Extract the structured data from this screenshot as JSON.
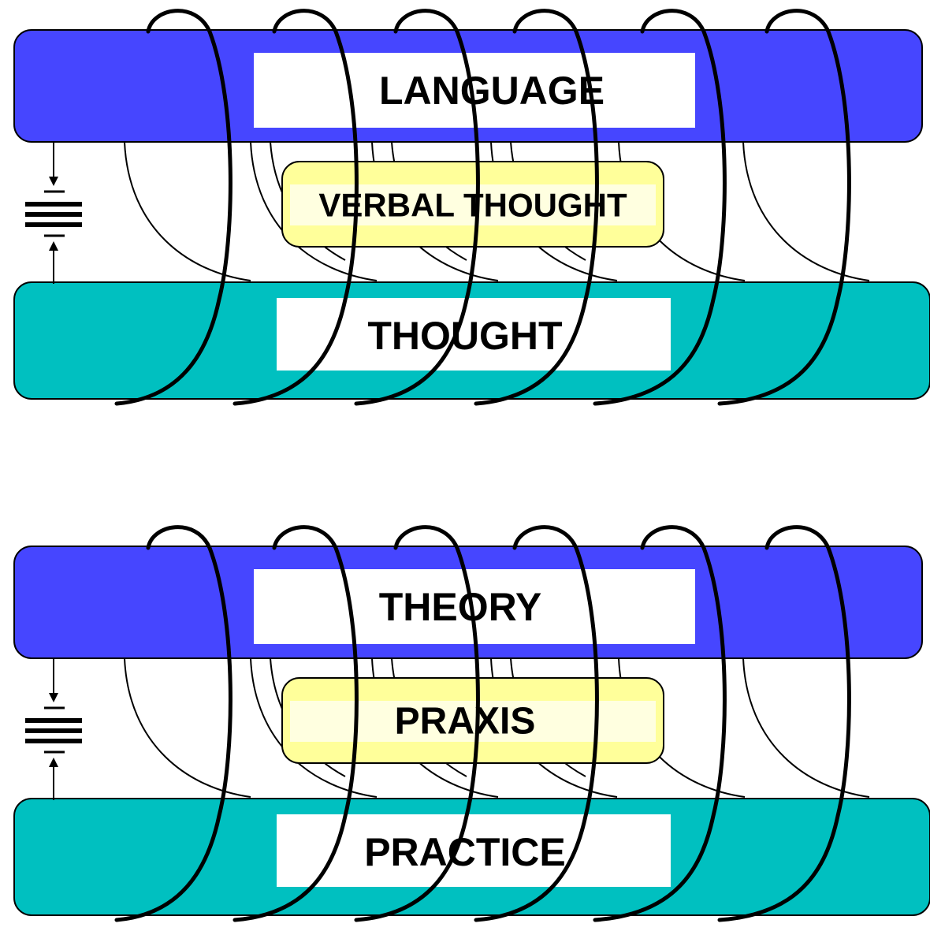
{
  "colors": {
    "top_bar": "#4646ff",
    "bottom_bar": "#00c0c0",
    "label_box": "#ffffff",
    "middle_box_fill": "#ffff9a",
    "middle_box_core": "#ffffe0",
    "coil": "#000000"
  },
  "panels": [
    {
      "top_label": "LANGUAGE",
      "middle_label": "VERBAL THOUGHT",
      "bottom_label": "THOUGHT",
      "battery_icon": "battery-symbol"
    },
    {
      "top_label": "THEORY",
      "middle_label": "PRAXIS",
      "bottom_label": "PRACTICE",
      "battery_icon": "battery-symbol"
    }
  ]
}
